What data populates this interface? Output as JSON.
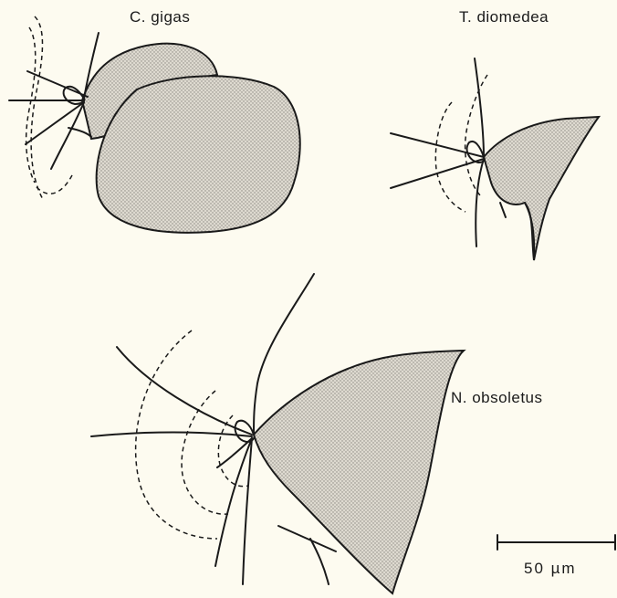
{
  "labels": {
    "c_gigas": "C. gigas",
    "t_diomedea": "T. diomedea",
    "n_obsoletus": "N. obsoletus",
    "scale_bar": "50 µm"
  },
  "scale_bar": {
    "length_um": 50
  }
}
